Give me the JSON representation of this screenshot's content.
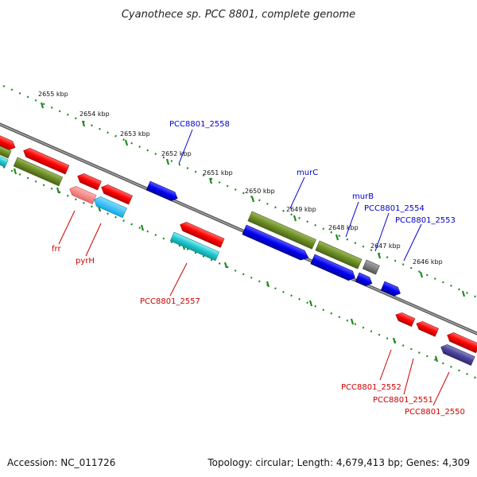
{
  "title": "Cyanothece sp. PCC 8801, complete genome",
  "footer": {
    "accession": "Accession: NC_011726",
    "summary": "Topology: circular; Length: 4,679,413 bp; Genes: 4,309"
  },
  "colors": {
    "label_forward": "#0000cc",
    "label_reverse": "#cc0000",
    "backbone": "#888888",
    "tick_dots": "#1f8a1f"
  },
  "ruler": {
    "unit": "kbp",
    "labels": [
      "2655 kbp",
      "2654 kbp",
      "2653 kbp",
      "2652 kbp",
      "2651 kbp",
      "2650 kbp",
      "2649 kbp",
      "2648 kbp",
      "2647 kbp",
      "2646 kbp"
    ]
  },
  "genes": [
    {
      "name": "PCC8801_2558",
      "strand": "forward"
    },
    {
      "name": "murC",
      "strand": "forward"
    },
    {
      "name": "murB",
      "strand": "forward"
    },
    {
      "name": "PCC8801_2554",
      "strand": "forward"
    },
    {
      "name": "PCC8801_2553",
      "strand": "forward"
    },
    {
      "name": "frr",
      "strand": "reverse"
    },
    {
      "name": "pyrH",
      "strand": "reverse"
    },
    {
      "name": "PCC8801_2557",
      "strand": "reverse"
    },
    {
      "name": "PCC8801_2552",
      "strand": "reverse"
    },
    {
      "name": "PCC8801_2551",
      "strand": "reverse"
    },
    {
      "name": "PCC8801_2550",
      "strand": "reverse"
    }
  ]
}
